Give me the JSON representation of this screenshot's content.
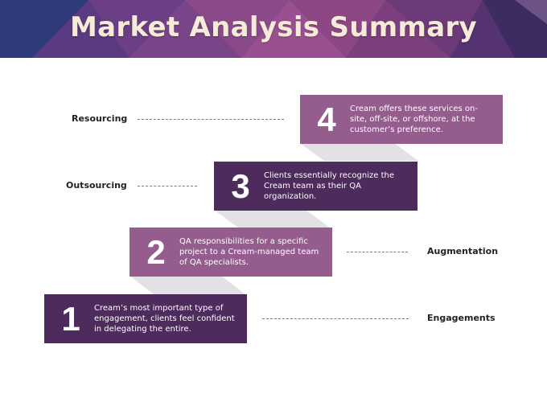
{
  "title": "Market Analysis Summary",
  "colors": {
    "dark_box": "#4d2b5c",
    "light_box": "#955c8e",
    "title_text": "#f6ead8"
  },
  "steps": [
    {
      "number": "1",
      "text": "Cream’s most important type of engagement, clients feel confident in delegating the entire."
    },
    {
      "number": "2",
      "text": "QA responsibilities for a specific project to a Cream-managed team of QA specialists."
    },
    {
      "number": "3",
      "text": "Clients essentially recognize the Cream team as their QA organization."
    },
    {
      "number": "4",
      "text": "Cream offers these services on-site, off-site, or offshore, at the customer’s preference."
    }
  ],
  "labels": {
    "resourcing": "Resourcing",
    "outsourcing": "Outsourcing",
    "augmentation": "Augmentation",
    "engagements": "Engagements"
  }
}
